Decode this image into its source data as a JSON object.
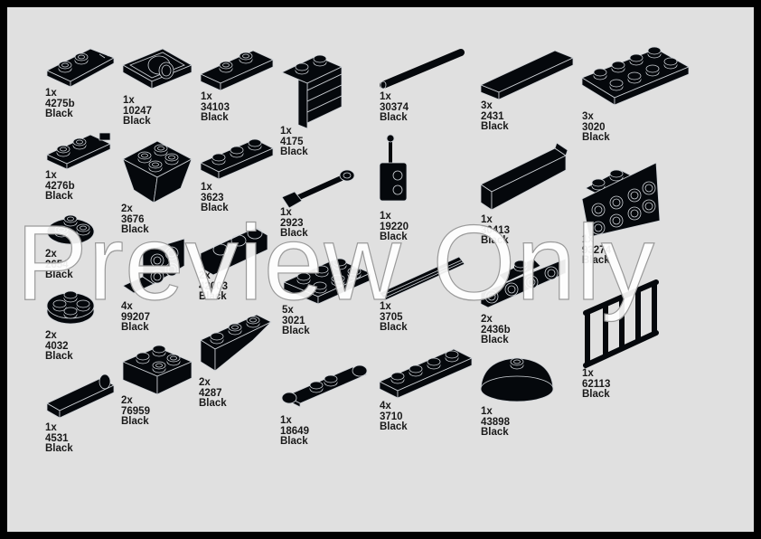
{
  "page": {
    "background": "#e0e0e0",
    "frame_color": "#000000",
    "watermark": "Preview Only"
  },
  "parts": [
    {
      "qty": "1x",
      "id": "4275b",
      "color": "Black"
    },
    {
      "qty": "1x",
      "id": "10247",
      "color": "Black"
    },
    {
      "qty": "1x",
      "id": "34103",
      "color": "Black"
    },
    {
      "qty": "1x",
      "id": "4175",
      "color": "Black"
    },
    {
      "qty": "1x",
      "id": "30374",
      "color": "Black"
    },
    {
      "qty": "3x",
      "id": "2431",
      "color": "Black"
    },
    {
      "qty": "3x",
      "id": "3020",
      "color": "Black"
    },
    {
      "qty": "1x",
      "id": "4276b",
      "color": "Black"
    },
    {
      "qty": "2x",
      "id": "3676",
      "color": "Black"
    },
    {
      "qty": "1x",
      "id": "3623",
      "color": "Black"
    },
    {
      "qty": "1x",
      "id": "2923",
      "color": "Black"
    },
    {
      "qty": "1x",
      "id": "19220",
      "color": "Black"
    },
    {
      "qty": "1x",
      "id": "30413",
      "color": "Black"
    },
    {
      "qty": "1x",
      "id": "93274",
      "color": "Black"
    },
    {
      "qty": "2x",
      "id": "2654",
      "color": "Black"
    },
    {
      "qty": "4x",
      "id": "99207",
      "color": "Black"
    },
    {
      "qty": "2x",
      "id": "42003",
      "color": "Black"
    },
    {
      "qty": "5x",
      "id": "3021",
      "color": "Black"
    },
    {
      "qty": "1x",
      "id": "3705",
      "color": "Black"
    },
    {
      "qty": "2x",
      "id": "2436b",
      "color": "Black"
    },
    {
      "qty": "2x",
      "id": "4032",
      "color": "Black"
    },
    {
      "qty": "2x",
      "id": "76959",
      "color": "Black"
    },
    {
      "qty": "2x",
      "id": "4287",
      "color": "Black"
    },
    {
      "qty": "1x",
      "id": "18649",
      "color": "Black"
    },
    {
      "qty": "4x",
      "id": "3710",
      "color": "Black"
    },
    {
      "qty": "1x",
      "id": "43898",
      "color": "Black"
    },
    {
      "qty": "1x",
      "id": "62113",
      "color": "Black"
    },
    {
      "qty": "1x",
      "id": "4531",
      "color": "Black"
    }
  ]
}
